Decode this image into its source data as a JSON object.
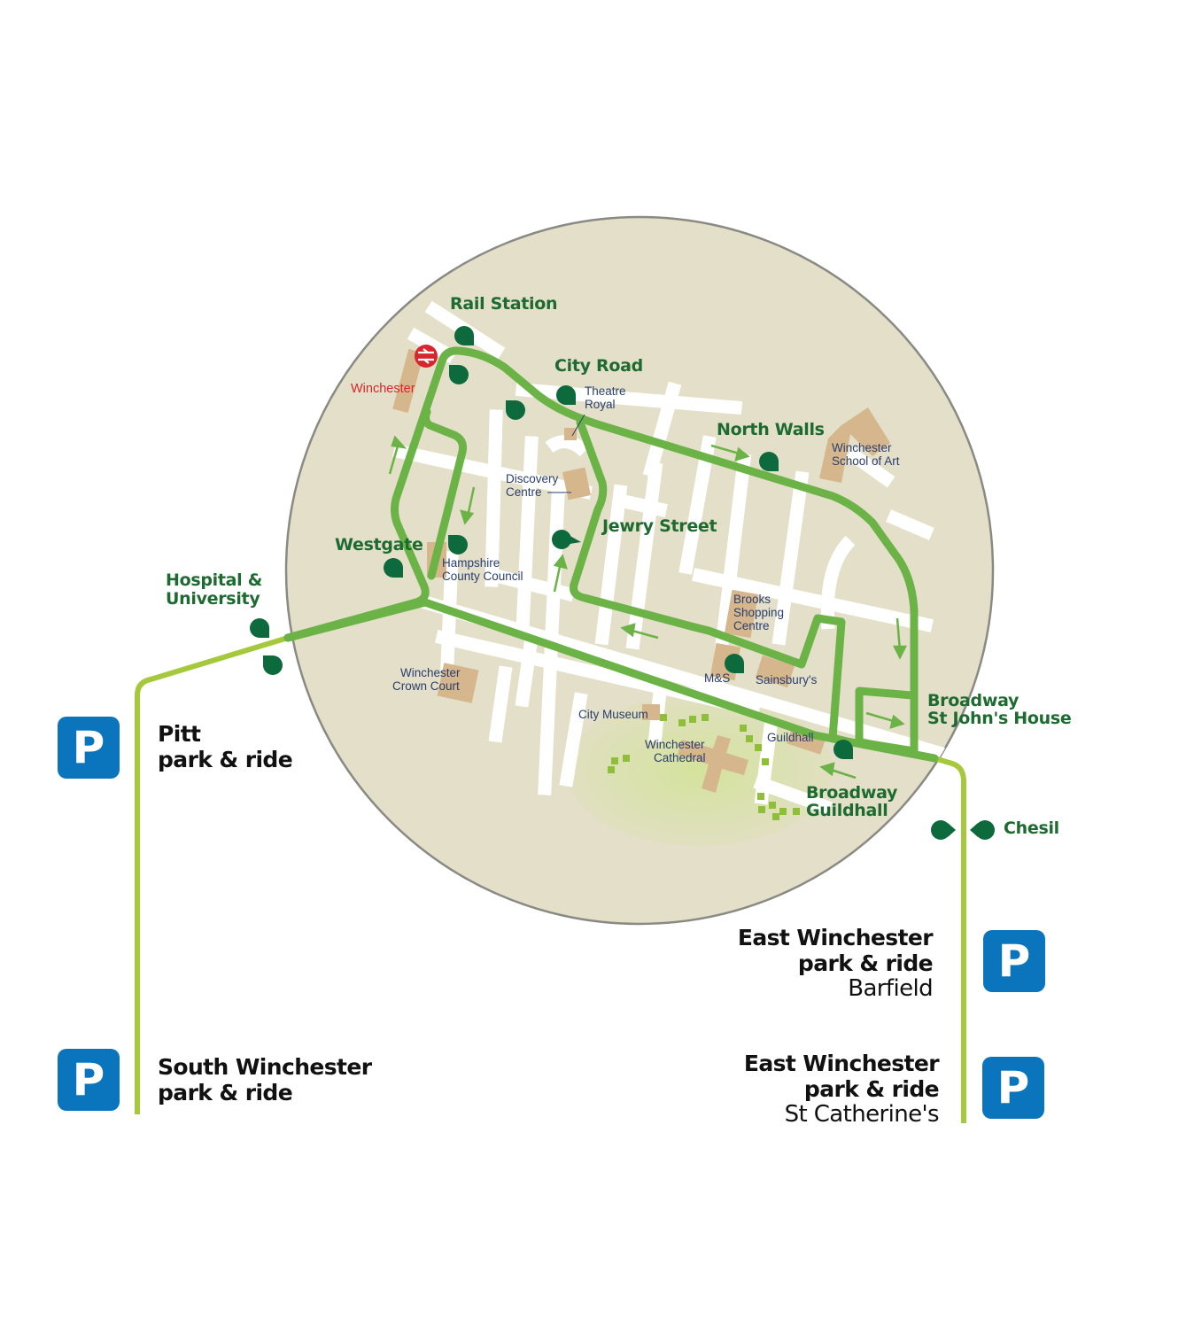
{
  "colors": {
    "route_dark": "#6bb346",
    "route_light": "#a6c83c",
    "circle_fill": "#e3dfc8",
    "circle_stroke": "#8a8a84",
    "street": "#ffffff",
    "building": "#d6b78d",
    "stop_marker": "#0d6a3c",
    "stop_label": "#1e6b32",
    "poi_label": "#2a3e6e",
    "station_red": "#d8262e",
    "parking_blue": "#0a74bd"
  },
  "stops": {
    "rail_station": "Rail Station",
    "city_road": "City Road",
    "north_walls": "North Walls",
    "jewry_street": "Jewry Street",
    "westgate": "Westgate",
    "hospital_line1": "Hospital &",
    "hospital_line2": "University",
    "broadway_sj_line1": "Broadway",
    "broadway_sj_line2": "St John's House",
    "broadway_gh_line1": "Broadway",
    "broadway_gh_line2": "Guildhall",
    "chesil": "Chesil"
  },
  "pois": {
    "winchester_station": "Winchester",
    "theatre_royal_1": "Theatre",
    "theatre_royal_2": "Royal",
    "discovery_1": "Discovery",
    "discovery_2": "Centre",
    "school_art_1": "Winchester",
    "school_art_2": "School of Art",
    "hcc_1": "Hampshire",
    "hcc_2": "County Council",
    "brooks_1": "Brooks",
    "brooks_2": "Shopping",
    "brooks_3": "Centre",
    "ms": "M&S",
    "sainsburys": "Sainsbury's",
    "crown_court_1": "Winchester",
    "crown_court_2": "Crown Court",
    "city_museum": "City Museum",
    "guildhall": "Guildhall",
    "cathedral_1": "Winchester",
    "cathedral_2": "Cathedral"
  },
  "park_and_ride": {
    "symbol": "P",
    "pitt": {
      "line1": "Pitt",
      "line2": "park & ride"
    },
    "south": {
      "line1": "South Winchester",
      "line2": "park & ride"
    },
    "barfield": {
      "line1": "East Winchester",
      "line2": "park & ride",
      "line3": "Barfield"
    },
    "st_catherines": {
      "line1": "East Winchester",
      "line2": "park & ride",
      "line3": "St Catherine's"
    }
  }
}
